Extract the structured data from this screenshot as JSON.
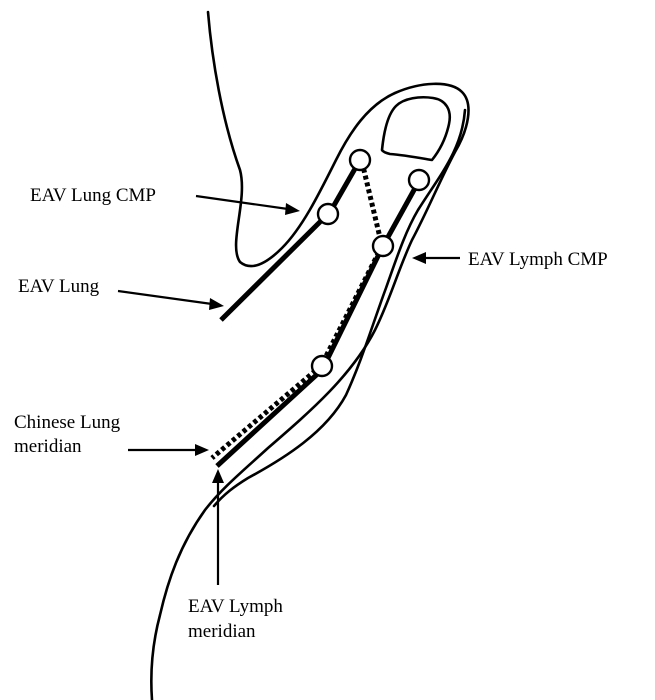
{
  "labels": {
    "eav_lung_cmp": "EAV Lung CMP",
    "eav_lung": "EAV Lung",
    "eav_lymph_cmp": "EAV Lymph CMP",
    "chinese_lung_meridian_line1": "Chinese Lung",
    "chinese_lung_meridian_line2": "meridian",
    "eav_lymph_meridian_line1": "EAV Lymph",
    "eav_lymph_meridian_line2": "meridian"
  }
}
